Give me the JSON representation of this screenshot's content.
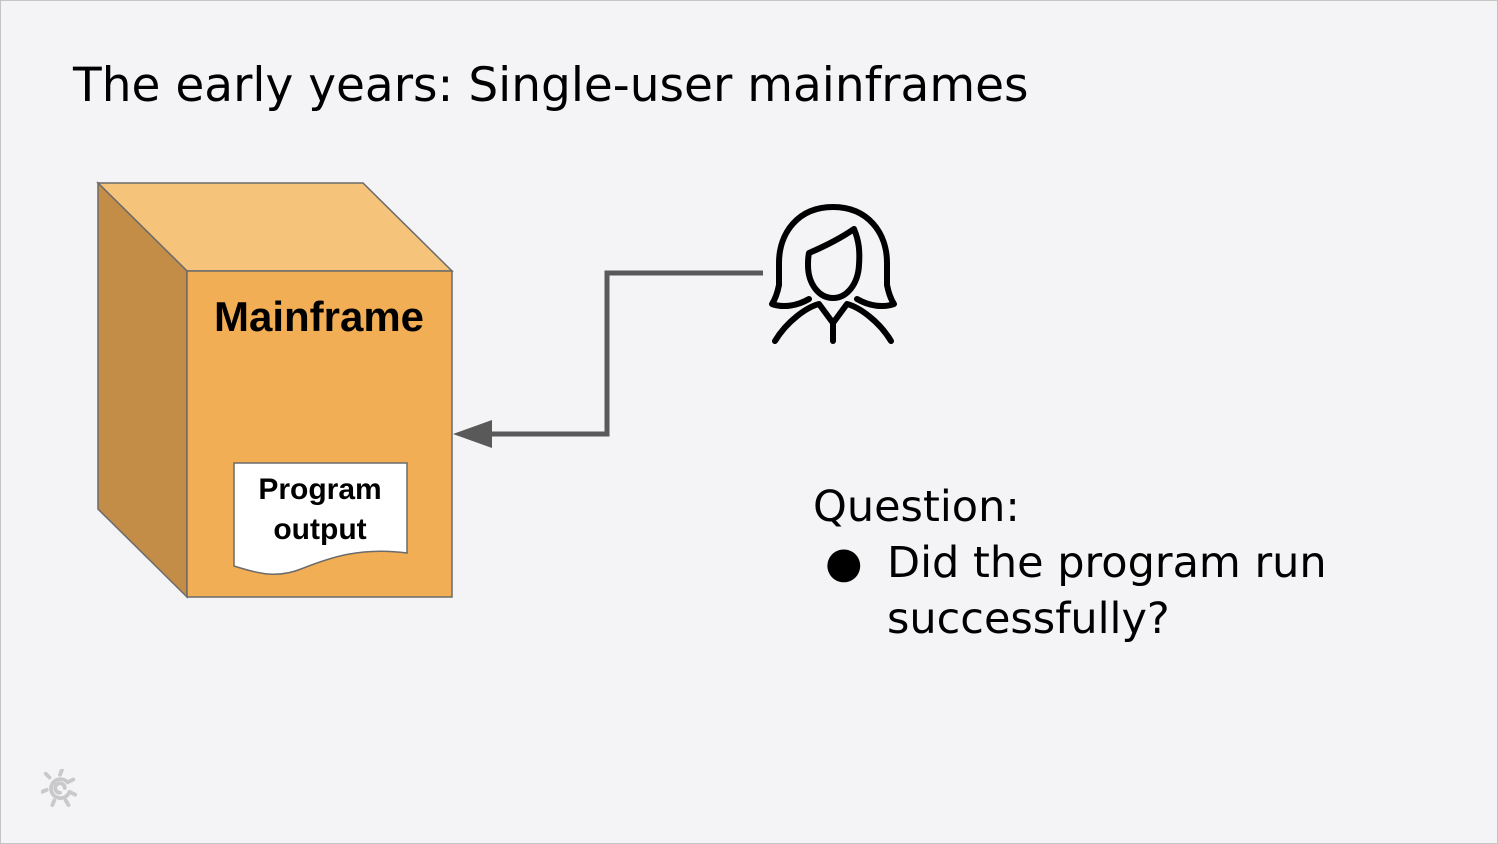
{
  "slide": {
    "title": "The early years: Single-user mainframes"
  },
  "diagram": {
    "mainframe": {
      "label": "Mainframe",
      "front_color": "#f2ae55",
      "top_color": "#f5c37a",
      "side_color": "#c48d47"
    },
    "document": {
      "line1": "Program",
      "line2": "output"
    },
    "user": {
      "icon": "user-woman-icon"
    },
    "connector": {
      "color": "#595959",
      "direction": "user-to-mainframe"
    }
  },
  "question": {
    "heading": "Question:",
    "items": [
      {
        "bullet": "●",
        "text": "Did the program run successfully?"
      }
    ]
  },
  "footer": {
    "logo_icon": "grafana-logo-icon"
  }
}
